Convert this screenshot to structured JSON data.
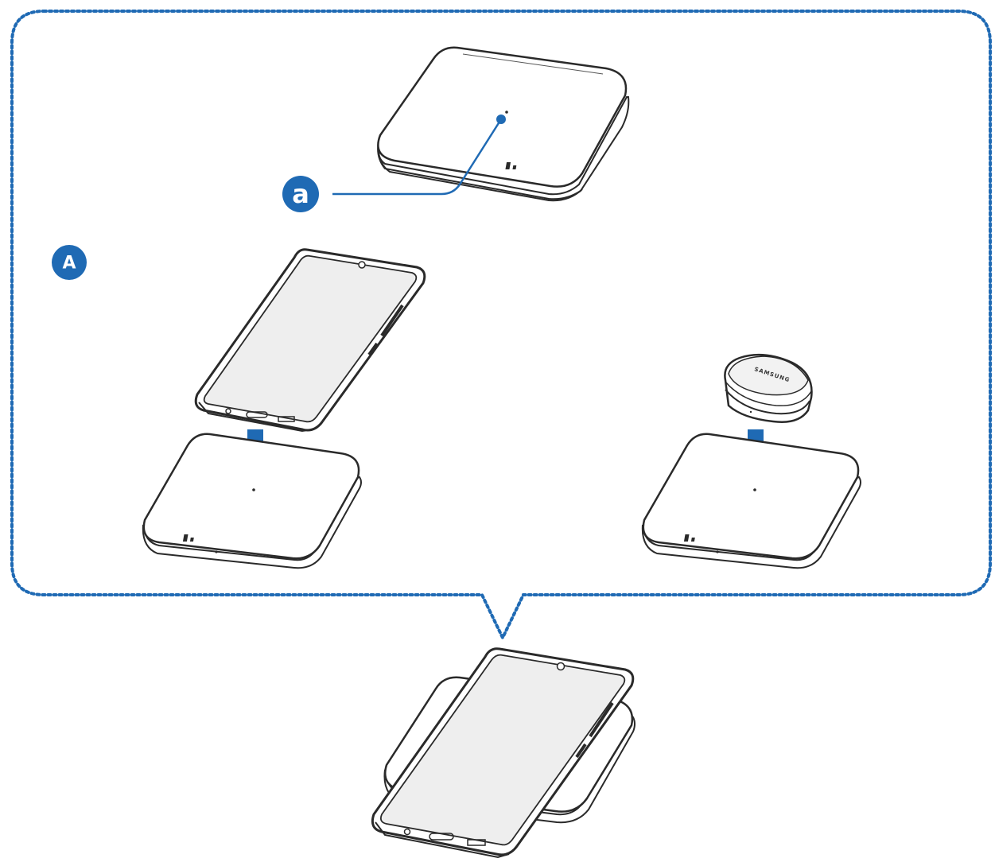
{
  "colors": {
    "accent": "#1f6ab4",
    "outline": "#2a2a2a",
    "pad_fill": "#ffffff",
    "screen_fill": "#eeeeee",
    "bezel_fill": "#ffffff"
  },
  "callouts": {
    "scenario_label": "A",
    "part_label": "a"
  },
  "earbuds_case": {
    "brand": "SAMSUNG"
  }
}
